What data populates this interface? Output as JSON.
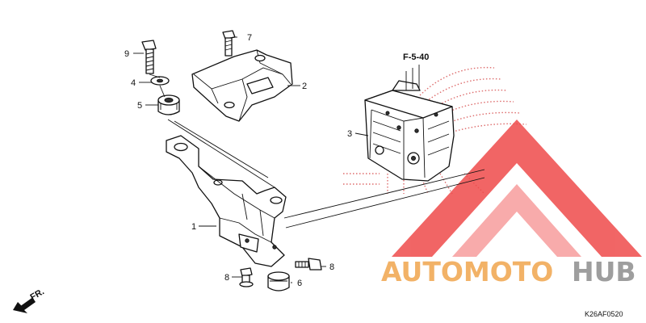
{
  "diagram": {
    "callouts": {
      "c1": "1",
      "c2": "2",
      "c3": "3",
      "c4": "4",
      "c5": "5",
      "c6": "6",
      "c7": "7",
      "c8a": "8",
      "c8b": "8",
      "c9": "9"
    },
    "reference": "F-5-40",
    "diagram_code": "K26AF0520",
    "direction": {
      "label": "FR.",
      "icon": "forward-arrow-icon"
    }
  },
  "watermark": {
    "part1": "AUTOMOTO",
    "part2": "HUB",
    "colors": {
      "text_primary": "#f2b267",
      "text_secondary": "#9e9e9e",
      "logo": "#ef4b4b",
      "emblem": "#d23b3b"
    }
  }
}
